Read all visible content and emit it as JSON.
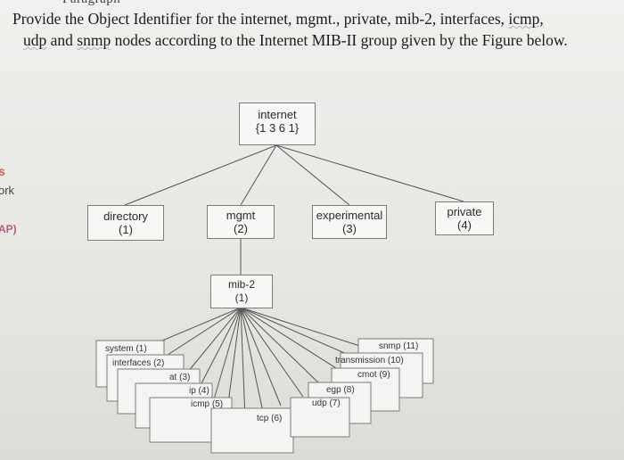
{
  "page": {
    "cropped_heading": "Paragraph"
  },
  "question": {
    "line1": "Provide the Object Identifier for the internet, mgmt., private, mib-2, interfaces,",
    "icmp": "icmp,",
    "udp": "udp",
    "and": "and",
    "snmp": "snmp",
    "line2_rest": "nodes according to the Internet MIB-II group given by the Figure below."
  },
  "side": {
    "f1": "s",
    "f2": "ork",
    "f3": "AP)"
  },
  "tree": {
    "internet": {
      "label": "internet",
      "oid": "{1 3 6 1}"
    },
    "directory": {
      "label": "directory",
      "num": "(1)"
    },
    "mgmt": {
      "label": "mgmt",
      "num": "(2)"
    },
    "experimental": {
      "label": "experimental",
      "num": "(3)"
    },
    "private": {
      "label": "private",
      "num": "(4)"
    },
    "mib2": {
      "label": "mib-2",
      "num": "(1)"
    },
    "leaves": {
      "system": "system (1)",
      "interfaces": "interfaces (2)",
      "at": "at (3)",
      "ip": "ip (4)",
      "icmp": "icmp (5)",
      "tcp": "tcp (6)",
      "udp": "udp (7)",
      "egp": "egp (8)",
      "cmot": "cmot (9)",
      "transmission": "transmission (10)",
      "snmp": "snmp (11)"
    }
  }
}
